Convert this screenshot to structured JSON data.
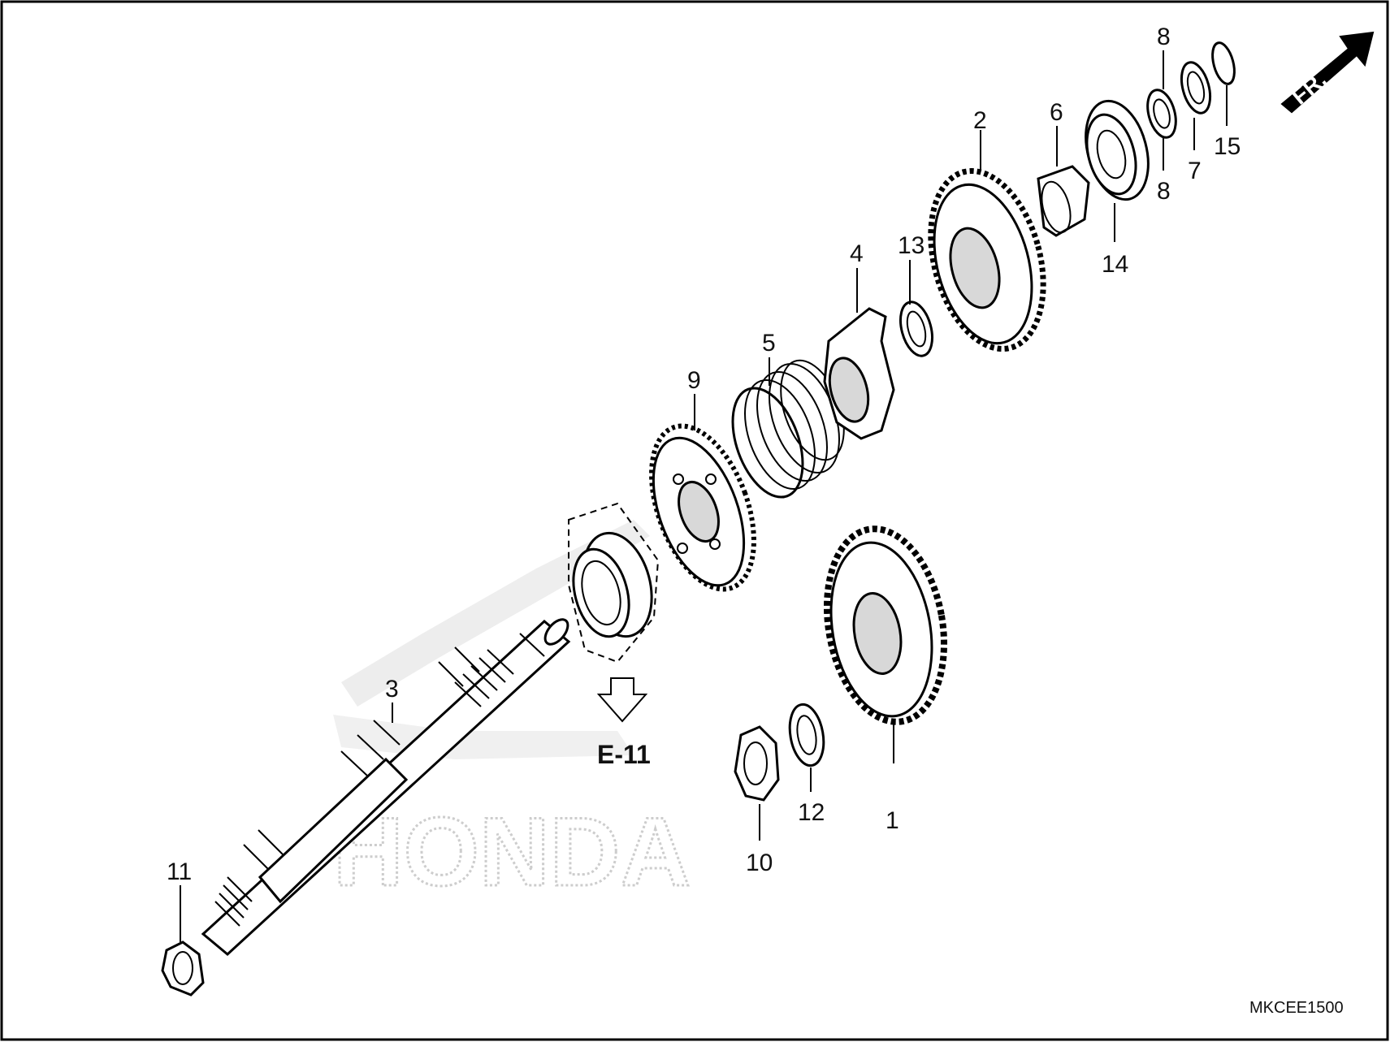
{
  "watermark": "HONDA",
  "direction_arrow": {
    "label": "FR."
  },
  "reference": {
    "label": "E-11"
  },
  "diagram_code": "MKCEE1500",
  "callouts": [
    {
      "id": "c1",
      "label": "1"
    },
    {
      "id": "c2",
      "label": "2"
    },
    {
      "id": "c3",
      "label": "3"
    },
    {
      "id": "c4",
      "label": "4"
    },
    {
      "id": "c5",
      "label": "5"
    },
    {
      "id": "c6",
      "label": "6"
    },
    {
      "id": "c7",
      "label": "7"
    },
    {
      "id": "c8a",
      "label": "8"
    },
    {
      "id": "c8b",
      "label": "8"
    },
    {
      "id": "c9",
      "label": "9"
    },
    {
      "id": "c10",
      "label": "10"
    },
    {
      "id": "c11",
      "label": "11"
    },
    {
      "id": "c12",
      "label": "12"
    },
    {
      "id": "c13",
      "label": "13"
    },
    {
      "id": "c14",
      "label": "14"
    },
    {
      "id": "c15",
      "label": "15"
    }
  ]
}
